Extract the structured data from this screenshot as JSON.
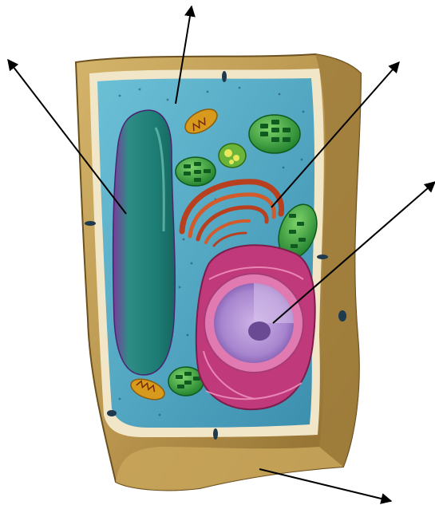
{
  "diagram": {
    "labels_visible": false,
    "colors": {
      "background": "#ffffff",
      "cell_wall": "#b9954e",
      "cell_wall_dark": "#8a6a2c",
      "cytoplasm": "#4ea6c2",
      "cell_membrane": "#f2e6c8",
      "vacuole": "#1f8a80",
      "vacuole_edge": "#7a3b9c",
      "chloroplast": "#2a9a3a",
      "chloroplast_grana": "#0e5a1f",
      "golgi": "#b8401f",
      "mitochondrion": "#d79a1c",
      "endoplasmic_reticulum": "#b4306e",
      "nucleus": "#b797d6",
      "nucleus_envelope": "#e07ab0",
      "arrow": "#000000"
    },
    "arrows_count": 5,
    "structures": [
      "cell-wall",
      "cell-membrane",
      "cytoplasm",
      "central-vacuole",
      "chloroplast",
      "mitochondrion",
      "golgi-apparatus",
      "rough-endoplasmic-reticulum",
      "nucleus",
      "nucleolus"
    ]
  }
}
